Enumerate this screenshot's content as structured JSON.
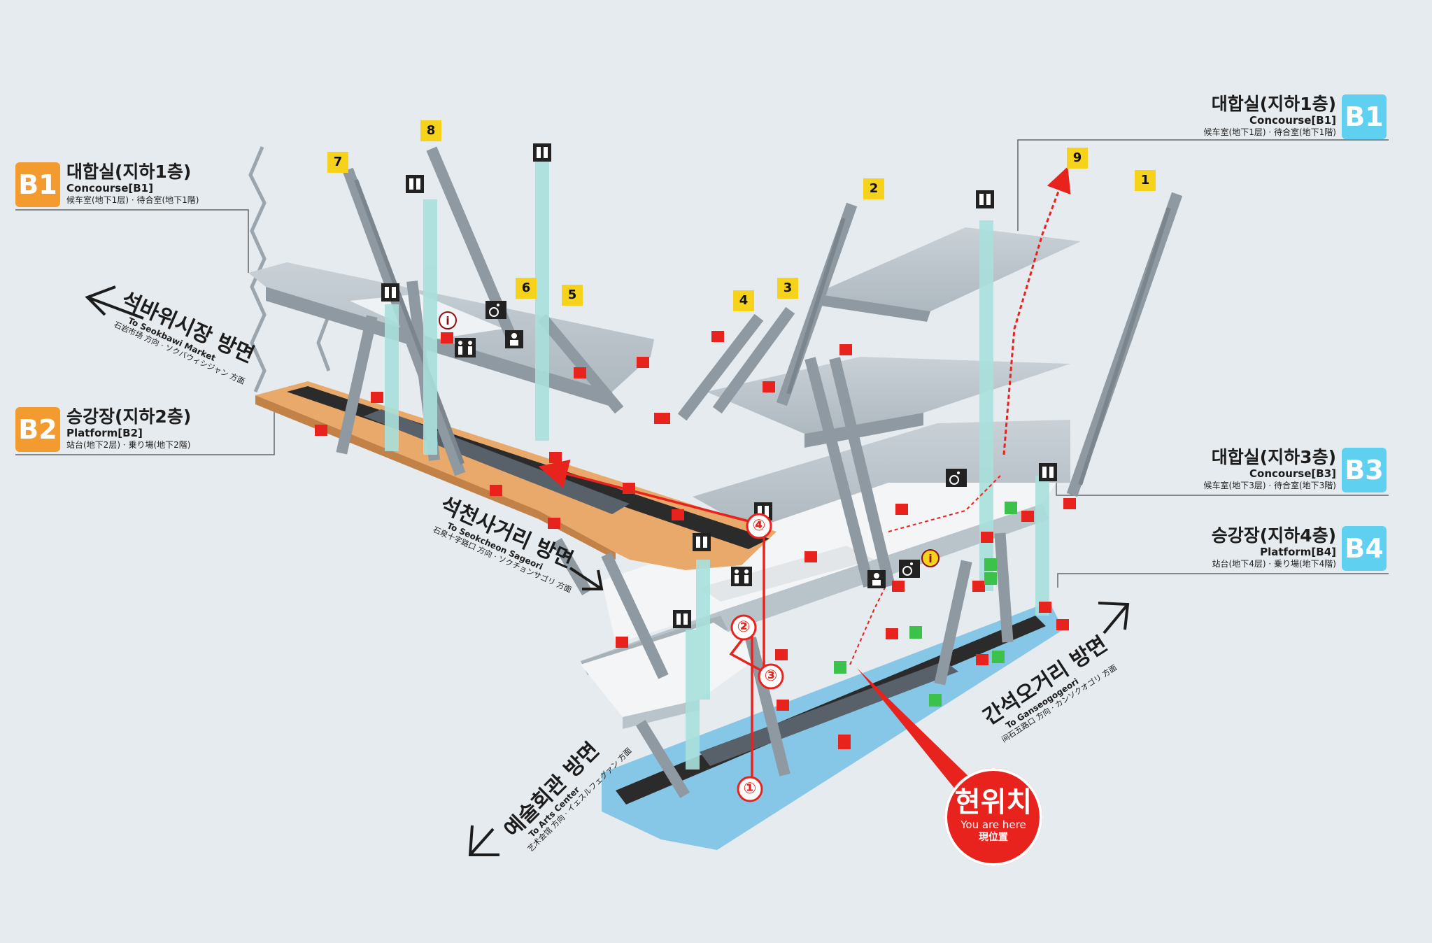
{
  "levels": {
    "b1_left": {
      "badge": "B1",
      "kr": "대합실(지하1층)",
      "en": "Concourse[B1]",
      "cjk": "候车室(地下1层) · 待合室(地下1階)"
    },
    "b2_left": {
      "badge": "B2",
      "kr": "승강장(지하2층)",
      "en": "Platform[B2]",
      "cjk": "站台(地下2层) · 乗り場(地下2階)"
    },
    "b1_right": {
      "badge": "B1",
      "kr": "대합실(지하1층)",
      "en": "Concourse[B1]",
      "cjk": "候车室(地下1层) · 待合室(地下1階)"
    },
    "b3_right": {
      "badge": "B3",
      "kr": "대합실(지하3층)",
      "en": "Concourse[B3]",
      "cjk": "候车室(地下3层) · 待合室(地下3階)"
    },
    "b4_right": {
      "badge": "B4",
      "kr": "승강장(지하4층)",
      "en": "Platform[B4]",
      "cjk": "站台(地下4层) · 乗り場(地下4階)"
    }
  },
  "directions": {
    "seokbawi": {
      "kr": "석바위시장 방면",
      "en": "To Seokbawi Market",
      "cjk": "石岩市场 方向 · ソクバウィシジャン 方面"
    },
    "seokcheon": {
      "kr": "석천사거리 방면",
      "en": "To Seokcheon Sageori",
      "cjk": "石泉十字路口 方向 · ソクチョンサゴリ 方面"
    },
    "ganseok": {
      "kr": "간석오거리 방면",
      "en": "To Ganseogogeori",
      "cjk": "间石五路口 方向 · カンソクオゴリ 方面"
    },
    "arts": {
      "kr": "예술회관 방면",
      "en": "To Arts Center",
      "cjk": "艺术会馆 方向 · イェスルフェグァン 方面"
    }
  },
  "exits": [
    "1",
    "2",
    "3",
    "4",
    "5",
    "6",
    "7",
    "8",
    "9"
  ],
  "route_steps": [
    "①",
    "②",
    "③",
    "④"
  ],
  "you_are_here": {
    "kr": "현위치",
    "en": "You are here",
    "cjk": "現位置"
  },
  "colors": {
    "background": "#e6ebef",
    "b1_b2_badge": "#f39b2f",
    "b3_b4_badge": "#5fd0ef",
    "platform_b2": "#e8a96a",
    "platform_b4": "#86c6e6",
    "route": "#e8231e",
    "exit_number": "#f7d21a",
    "elevator_shaft": "#a9e0dc",
    "structure": "#9aa5ad",
    "facility_sign": "#e8231e"
  },
  "icons": [
    "elevator-icon",
    "escalator-icon",
    "restroom-icon",
    "information-icon",
    "telephone-icon",
    "fire-extinguisher-icon",
    "wheelchair-icon",
    "nursing-room-icon"
  ]
}
